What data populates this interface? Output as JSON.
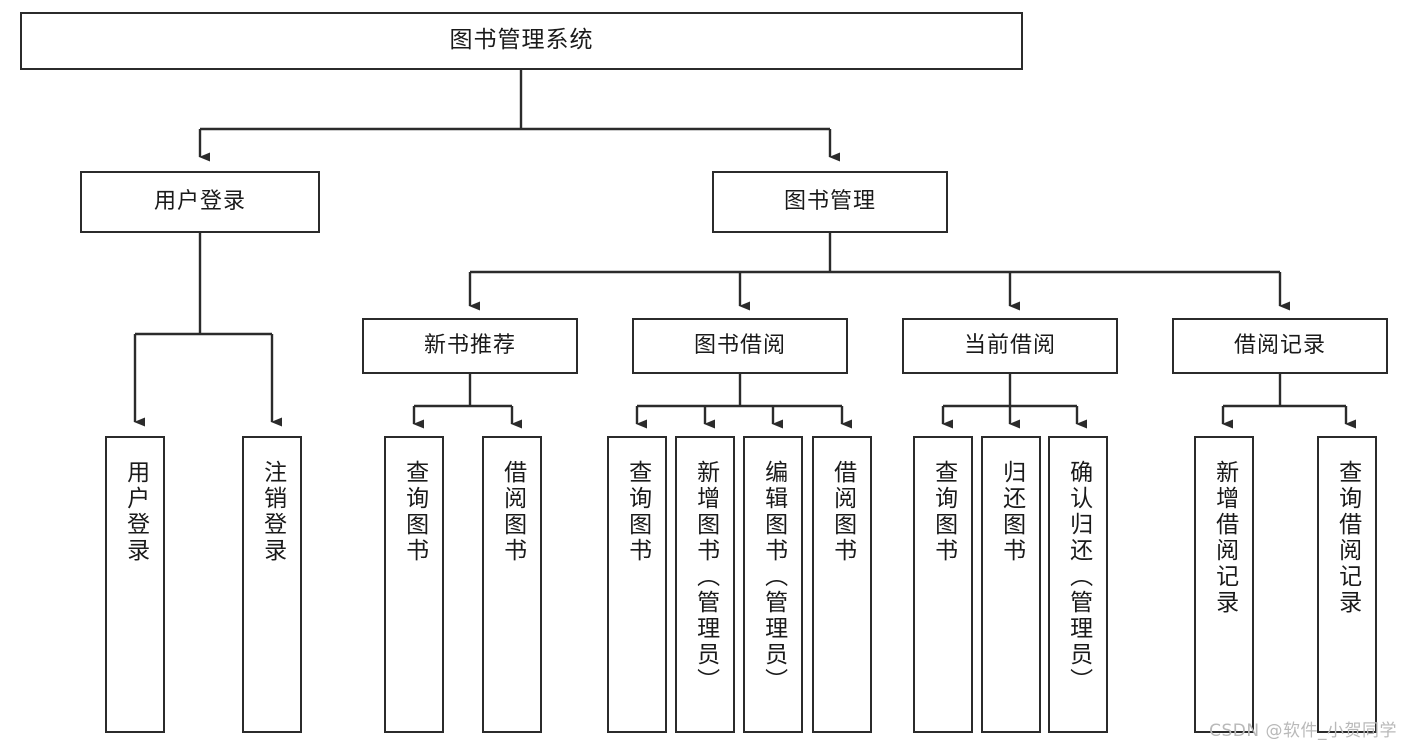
{
  "diagram": {
    "type": "tree",
    "title": "图书管理系统",
    "root": {
      "label": "图书管理系统"
    },
    "level2": [
      {
        "id": "user-login",
        "label": "用户登录"
      },
      {
        "id": "book-manage",
        "label": "图书管理"
      }
    ],
    "level3": [
      {
        "id": "new-book-recommend",
        "label": "新书推荐",
        "parent": "book-manage"
      },
      {
        "id": "book-borrow",
        "label": "图书借阅",
        "parent": "book-manage"
      },
      {
        "id": "current-borrow",
        "label": "当前借阅",
        "parent": "book-manage"
      },
      {
        "id": "borrow-record",
        "label": "借阅记录",
        "parent": "book-manage"
      }
    ],
    "leaves": [
      {
        "id": "leaf-user-login",
        "label": "用户登录",
        "parent": "user-login"
      },
      {
        "id": "leaf-logout-login",
        "label": "注销登录",
        "parent": "user-login"
      },
      {
        "id": "leaf-query-book-1",
        "label": "查询图书",
        "parent": "new-book-recommend"
      },
      {
        "id": "leaf-borrow-book-1",
        "label": "借阅图书",
        "parent": "new-book-recommend"
      },
      {
        "id": "leaf-query-book-2",
        "label": "查询图书",
        "parent": "book-borrow"
      },
      {
        "id": "leaf-add-book",
        "label": "新增图书（管理员）",
        "parent": "book-borrow"
      },
      {
        "id": "leaf-edit-book",
        "label": "编辑图书（管理员）",
        "parent": "book-borrow"
      },
      {
        "id": "leaf-borrow-book-2",
        "label": "借阅图书",
        "parent": "book-borrow"
      },
      {
        "id": "leaf-query-book-3",
        "label": "查询图书",
        "parent": "current-borrow"
      },
      {
        "id": "leaf-return-book",
        "label": "归还图书",
        "parent": "current-borrow"
      },
      {
        "id": "leaf-confirm-return",
        "label": "确认归还（管理员）",
        "parent": "current-borrow"
      },
      {
        "id": "leaf-add-record",
        "label": "新增借阅记录",
        "parent": "borrow-record"
      },
      {
        "id": "leaf-query-record",
        "label": "查询借阅记录",
        "parent": "borrow-record"
      }
    ],
    "colors": {
      "stroke": "#2b2b2b",
      "fill": "#ffffff",
      "text": "#1a1a1a",
      "watermark": "#b9b9b9"
    }
  },
  "watermark": {
    "text": "CSDN @软件_小贺同学"
  }
}
